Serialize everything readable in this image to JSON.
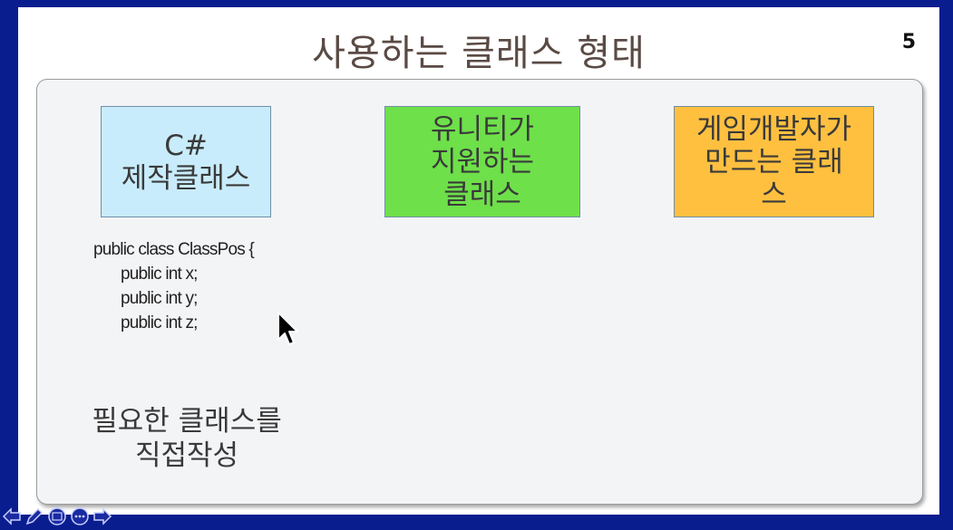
{
  "slide": {
    "title": "사용하는 클래스 형태",
    "page_number": "5"
  },
  "boxes": {
    "csharp": {
      "lines": [
        "C#",
        "제작클래스"
      ],
      "color": "#c9ecfc"
    },
    "unity": {
      "lines": [
        "유니티가",
        "지원하는",
        "클래스"
      ],
      "color": "#6ee04a"
    },
    "dev": {
      "lines": [
        "게임개발자가",
        "만드는 클래",
        "스"
      ],
      "color": "#ffc040"
    }
  },
  "code": {
    "lines": [
      "public class ClassPos {",
      "public int x;",
      "public int y;",
      "public int z;"
    ]
  },
  "caption": {
    "lines": [
      "필요한 클래스를",
      "직접작성"
    ]
  },
  "nav": {
    "icons": [
      "prev-arrow-icon",
      "pen-icon",
      "slides-icon",
      "more-icon",
      "next-arrow-icon"
    ]
  }
}
